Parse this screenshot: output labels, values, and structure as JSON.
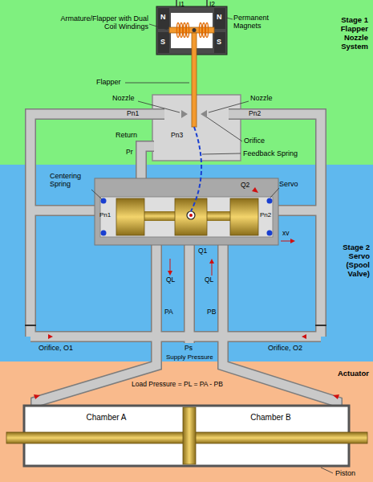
{
  "diagram": {
    "nodes": [
      {
        "text": [
          "Stage 1 Flapper Nozzle System"
        ]
      },
      {
        "text": [
          "Stage 2 Servo (Spool Valve)"
        ]
      },
      {
        "text": [
          "Actuator"
        ]
      },
      {
        "text": [
          "Chamber A"
        ],
        "in": 2
      },
      {
        "text": [
          "Chamber B"
        ],
        "in": 2
      }
    ],
    "labels": [
      "I1",
      "I2",
      "Armature/Flapper with Dual Coil Windings",
      "Permanent Magnets",
      "N",
      "N",
      "S",
      "S",
      "Flapper",
      "Nozzle",
      "Nozzle",
      "Pn1",
      "Pn2",
      "Pn3",
      "Return",
      "Pr",
      "Orifice",
      "Feedback Spring",
      "Centering Spring",
      "Servo",
      "Q2",
      "Pn1",
      "Pn2",
      "Q1",
      "xv",
      "QL",
      "QL",
      "Orifice, O1",
      "Orifice, O2",
      "PA",
      "PB",
      "Ps",
      "Supply Pressure",
      "Load Pressure = PL = PA - PB",
      "Piston"
    ]
  }
}
